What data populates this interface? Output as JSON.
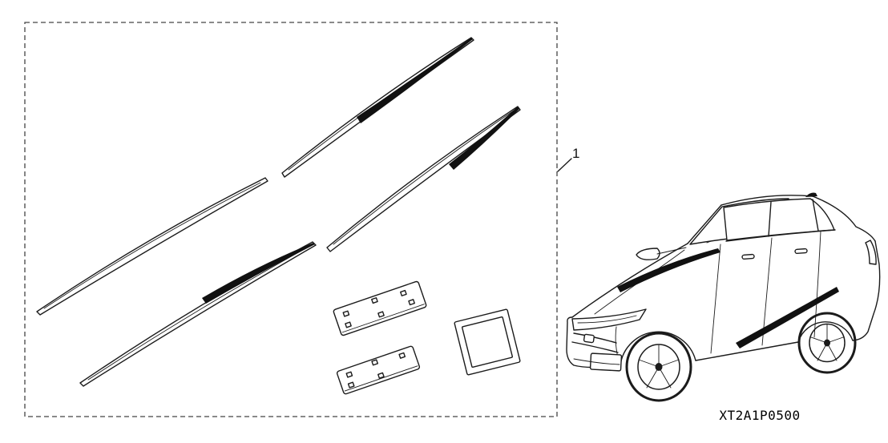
{
  "diagram": {
    "callout_number": "1",
    "part_code": "XT2A1P0500",
    "colors": {
      "line": "#1b1b1b",
      "dark_fill": "#111111",
      "background": "#ffffff"
    },
    "components": {
      "boundary": "kit-contents-dashed-box",
      "molding_strips": [
        "molding-strip-1",
        "molding-strip-2",
        "molding-strip-3",
        "molding-strip-4"
      ],
      "templates": [
        "application-template-1",
        "application-template-2",
        "square-emblem-template"
      ],
      "vehicle": "sedan-line-art"
    }
  }
}
